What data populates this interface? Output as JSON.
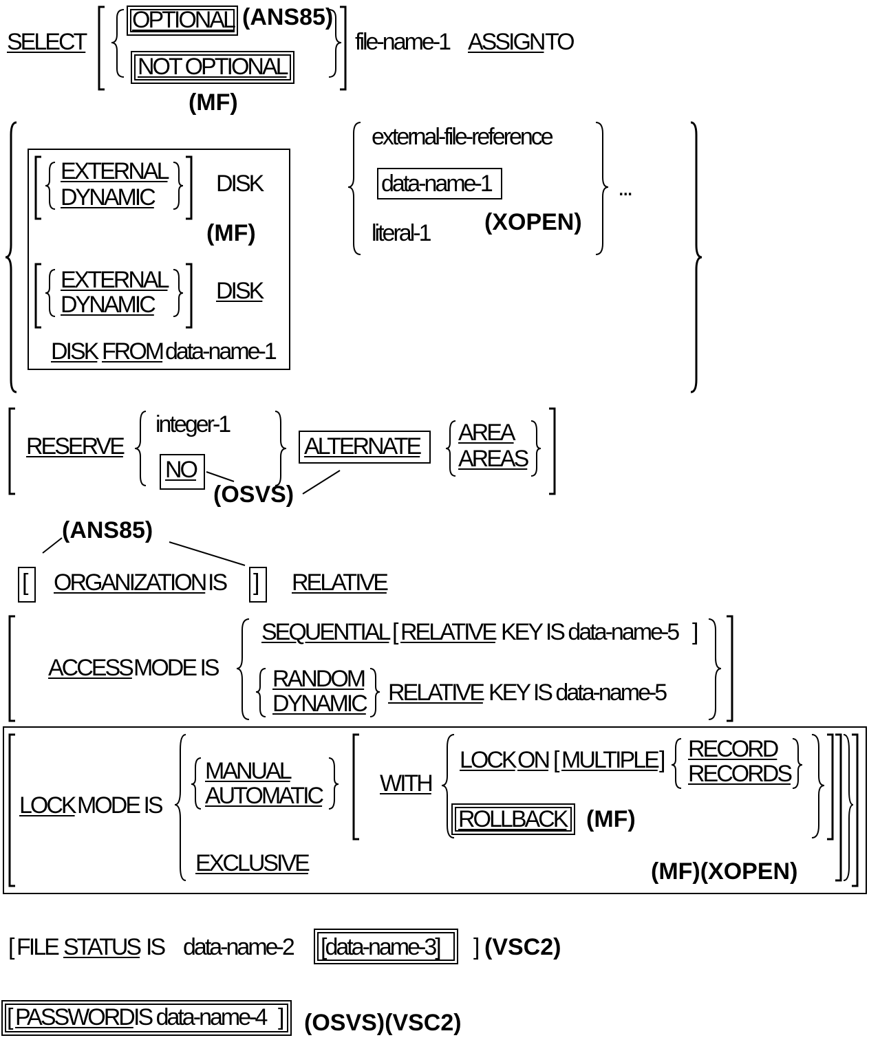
{
  "row1": {
    "select": "SELECT",
    "optional": "OPTIONAL",
    "ans85": "(ANS85)",
    "not_optional": "NOT OPTIONAL",
    "mf": "(MF)",
    "file_name": "file-name-1",
    "assign_to": "ASSIGN",
    "to": "TO"
  },
  "assign": {
    "external_1": "EXTERNAL",
    "dynamic_1": "DYNAMIC",
    "disk_1": "DISK",
    "mf": "(MF)",
    "external_2": "EXTERNAL",
    "dynamic_2": "DYNAMIC",
    "disk_2": "DISK",
    "disk_from": "DISK",
    "from": "FROM",
    "disk_from_operand": "data-name-1",
    "external_file_reference": "external-file-reference",
    "data_name_1": "data-name-1",
    "literal_1": "literal-1",
    "xopen": "(XOPEN)",
    "ellipsis": "..."
  },
  "reserve": {
    "reserve": "RESERVE",
    "integer": "integer-1",
    "no": "NO",
    "osvs": "(OSVS)",
    "alternate": "ALTERNATE",
    "area": "AREA",
    "areas": "AREAS"
  },
  "organization": {
    "ans85": "(ANS85)",
    "lbracket": "[",
    "organization": "ORGANIZATION",
    "is": "IS",
    "rbracket": "]",
    "relative": "RELATIVE"
  },
  "access": {
    "access": "ACCESS",
    "mode_is": "MODE IS",
    "sequential": "SEQUENTIAL",
    "lb": "[",
    "relative_1": "RELATIVE",
    "key_is_1": "KEY IS data-name-5",
    "rb": "]",
    "random": "RANDOM",
    "dynamic": "DYNAMIC",
    "relative_2": "RELATIVE",
    "key_is_2": "KEY IS data-name-5"
  },
  "lock": {
    "lock": "LOCK",
    "mode_is": "MODE IS",
    "manual": "MANUAL",
    "automatic": "AUTOMATIC",
    "with": "WITH",
    "lock_on_lock": "LOCK",
    "on": "ON",
    "lb": "[",
    "multiple": "MULTIPLE",
    "rb": "]",
    "record": "RECORD",
    "records": "RECORDS",
    "rollback": "ROLLBACK",
    "mf": "(MF)",
    "exclusive": "EXCLUSIVE",
    "mf_xopen": "(MF)(XOPEN)"
  },
  "file_status": {
    "lb": "[",
    "file": "FILE",
    "status": "STATUS",
    "is": "IS",
    "data_name_2": "data-name-2",
    "data_name_3": "[data-name-3]",
    "rb": "]",
    "vsc2": "(VSC2)"
  },
  "password": {
    "lb": "[",
    "password": "PASSWORD",
    "is": "IS data-name-4",
    "rb": "]",
    "osvs_vsc2": "(OSVS)(VSC2)"
  }
}
